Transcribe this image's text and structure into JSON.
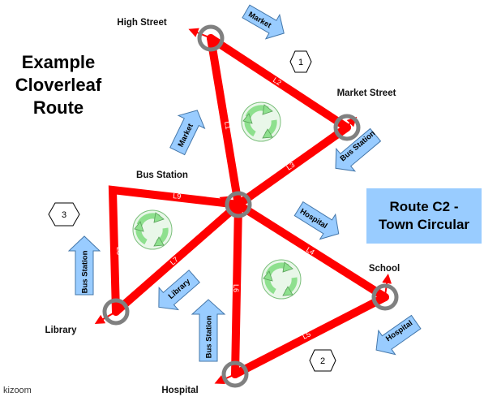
{
  "title": {
    "lines": [
      "Example",
      "Cloverleaf",
      "Route"
    ]
  },
  "route_box": {
    "lines": [
      "Route C2 -",
      "Town Circular"
    ]
  },
  "brand": "kizoom",
  "stops": {
    "high_street": "High Street",
    "market_street": "Market Street",
    "bus_station": "Bus Station",
    "school": "School",
    "library": "Library",
    "hospital": "Hospital"
  },
  "lines": {
    "L1": "L1",
    "L2": "L2",
    "L3": "L3",
    "L4": "L4",
    "L5": "L5",
    "L6": "L6",
    "L7": "L7",
    "L8": "L8",
    "L9": "L9"
  },
  "loops": [
    "1",
    "2",
    "3"
  ],
  "arrows": {
    "market_top": "Market",
    "market_left": "Market",
    "bus_station_right": "Bus Station",
    "hospital_mid": "Hospital",
    "hospital_right": "Hospital",
    "library_mid": "Library",
    "bus_station_bottom": "Bus Station",
    "bus_station_left": "Bus Station"
  },
  "colors": {
    "route_red": "#ff0000",
    "stop_ring": "#808080",
    "arrow_fill": "#99ccff",
    "route_box_fill": "#99ccff",
    "recycle_green": "#8ee08e"
  }
}
